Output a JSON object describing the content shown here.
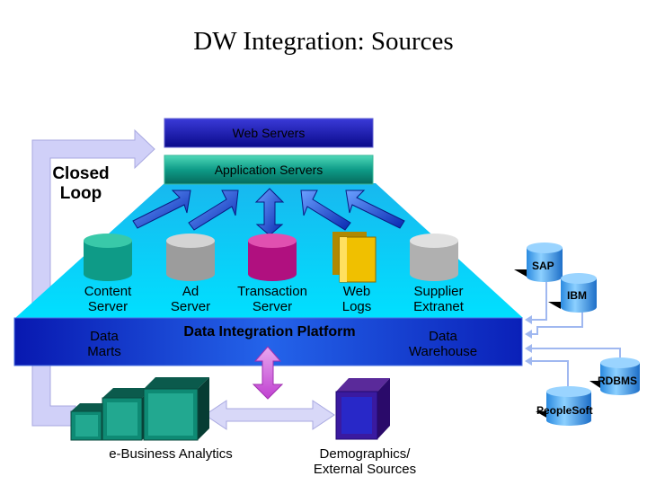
{
  "title": "DW Integration: Sources",
  "top": {
    "web_servers": "Web Servers",
    "application_servers": "Application Servers"
  },
  "closed_loop": [
    "Closed",
    "Loop"
  ],
  "sources": [
    {
      "line1": "Content",
      "line2": "Server",
      "color": "#0e9b87"
    },
    {
      "line1": "Ad",
      "line2": "Server",
      "color": "#a9a9a9"
    },
    {
      "line1": "Transaction",
      "line2": "Server",
      "color": "#b0107f"
    },
    {
      "line1": "Web",
      "line2": "Logs",
      "color": "#e8b800"
    },
    {
      "line1": "Supplier",
      "line2": "Extranet",
      "color": "#b4b4b4"
    }
  ],
  "platform": {
    "left": [
      "Data",
      "Marts"
    ],
    "center": "Data Integration Platform",
    "right": [
      "Data",
      "Warehouse"
    ]
  },
  "external_systems": [
    "SAP",
    "IBM",
    "RDBMS",
    "PeopleSoft"
  ],
  "bottom": {
    "analytics": "e-Business Analytics",
    "demographics": [
      "Demographics/",
      "External Sources"
    ]
  }
}
